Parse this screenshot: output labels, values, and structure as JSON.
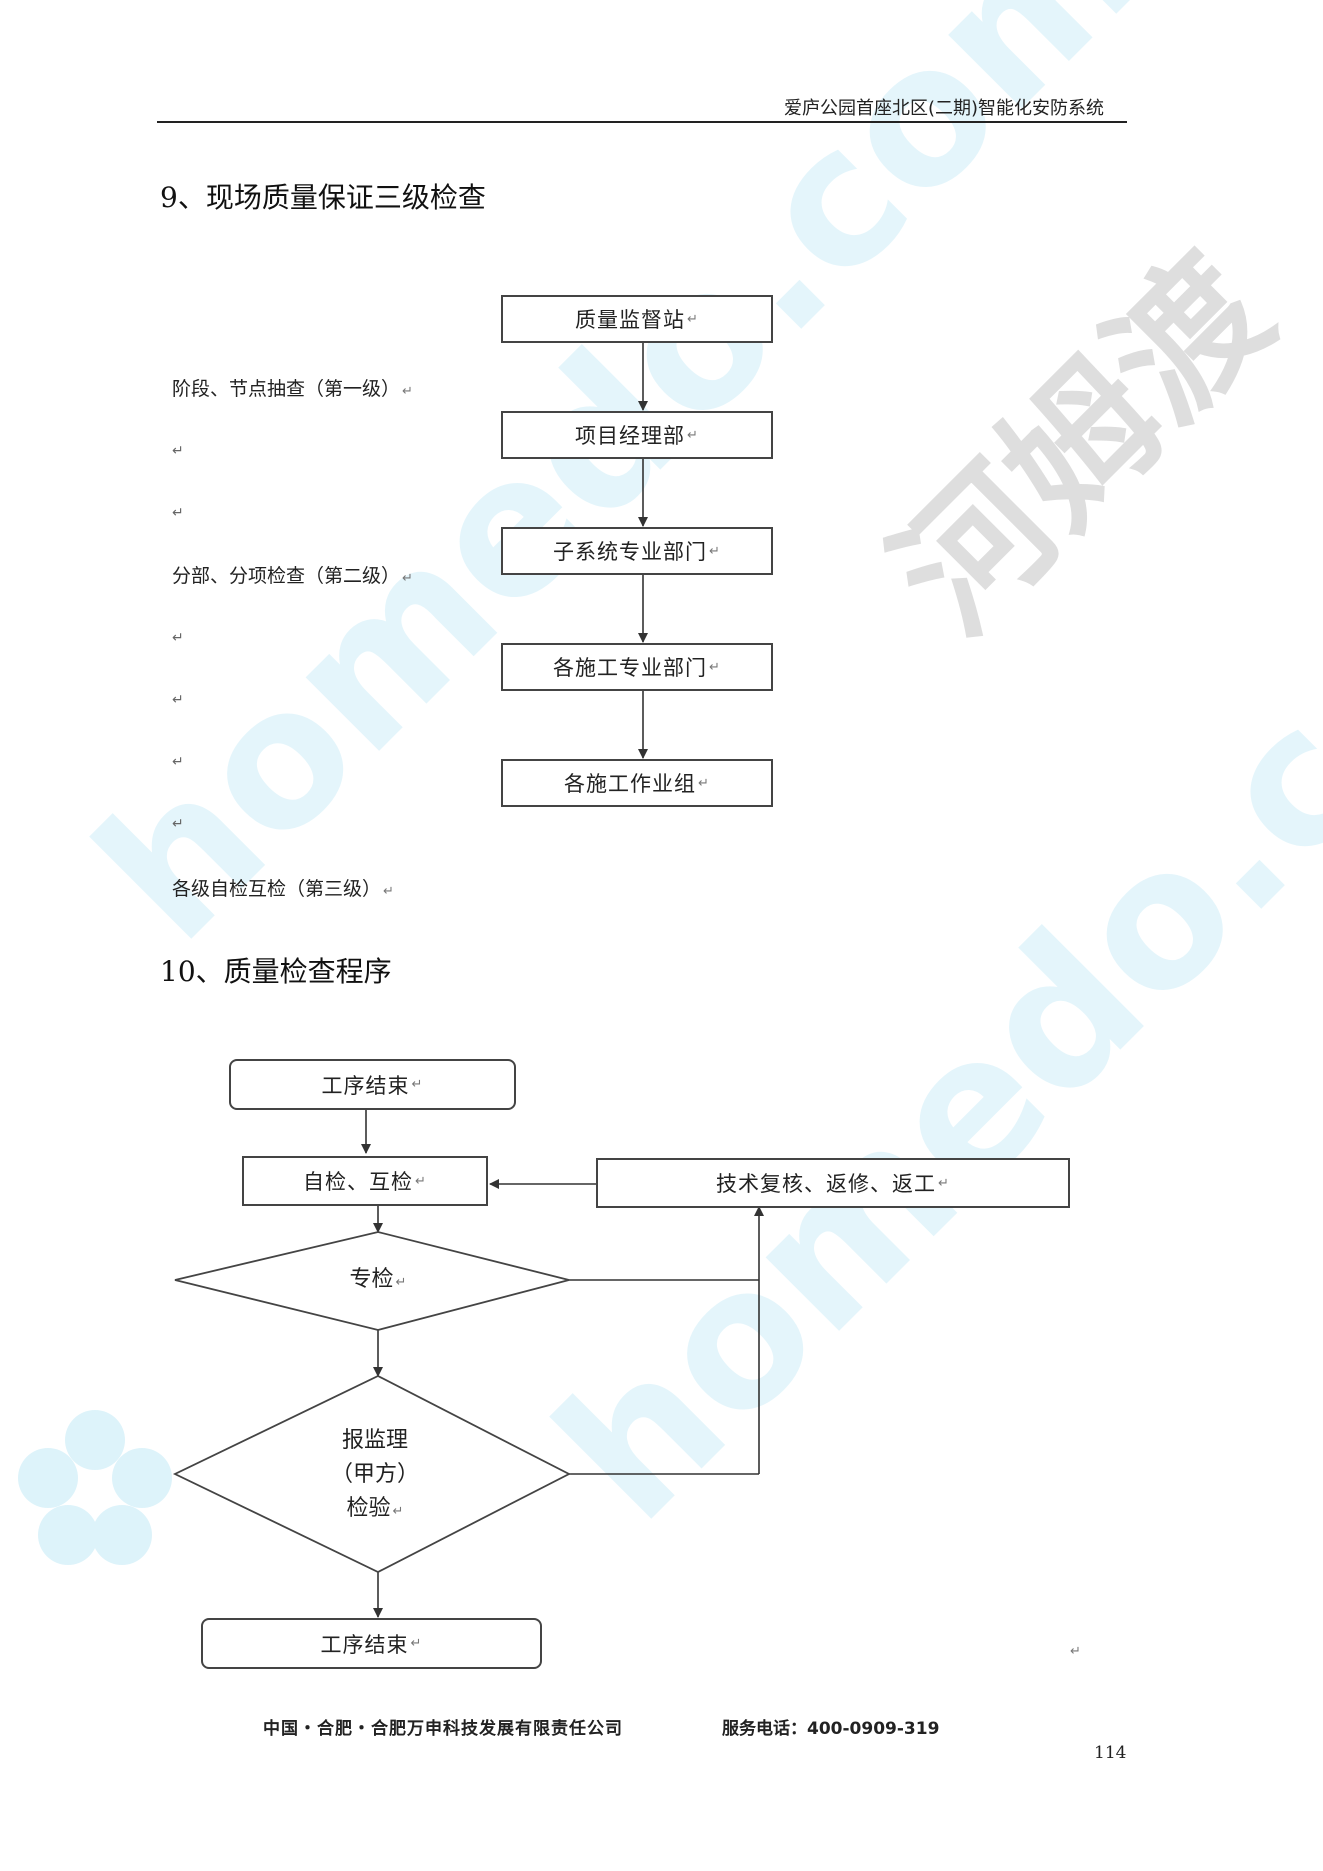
{
  "header": {
    "title": "爱庐公园首座北区(二期)智能化安防系统"
  },
  "section9": {
    "title": "9、现场质量保证三级检查",
    "side_labels": [
      "阶段、节点抽查（第一级）",
      "分部、分项检查（第二级）",
      "各级自检互检（第三级）"
    ],
    "flow": [
      "质量监督站",
      "项目经理部",
      "子系统专业部门",
      "各施工专业部门",
      "各施工作业组"
    ]
  },
  "section10": {
    "title": "10、质量检查程序",
    "start": "工序结束",
    "self_check": "自检、互检",
    "rework": "技术复核、返修、返工",
    "special_check": "专检",
    "supervisor_check": [
      "报监理",
      "（甲方）",
      "检验"
    ],
    "end": "工序结束"
  },
  "para_mark": "↵",
  "footer": {
    "company": "中国・合肥・合肥万申科技发展有限责任公司",
    "phone": "服务电话：400-0909-319",
    "page_number": "114"
  },
  "watermark": {
    "brand": "河姆渡",
    "site": "homedo.com"
  }
}
